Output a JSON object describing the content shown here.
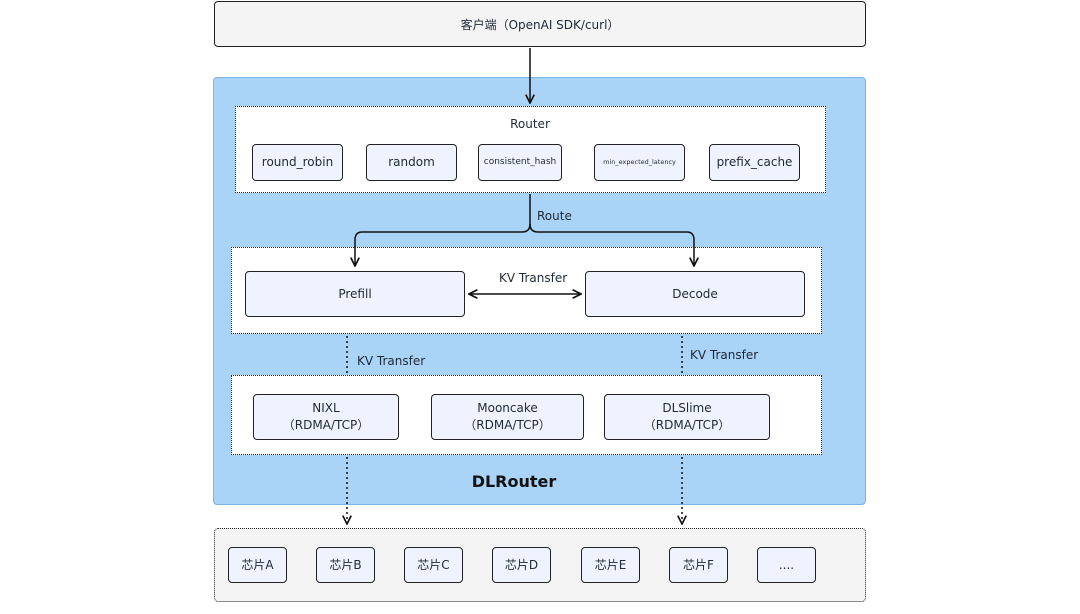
{
  "client": {
    "label": "客户端（OpenAI SDK/curl）"
  },
  "router": {
    "title": "Router",
    "policies": [
      "round_robin",
      "random",
      "consistent_hash",
      "min_expected_latency",
      "prefix_cache"
    ]
  },
  "route_label": "Route",
  "pd": {
    "prefill": "Prefill",
    "decode": "Decode",
    "kv_label": "KV Transfer"
  },
  "kv_transfer_left": "KV Transfer",
  "kv_transfer_right": "KV Transfer",
  "transports": [
    {
      "name": "NIXL",
      "protocol": "（RDMA/TCP）"
    },
    {
      "name": "Mooncake",
      "protocol": "（RDMA/TCP）"
    },
    {
      "name": "DLSlime",
      "protocol": "（RDMA/TCP）"
    }
  ],
  "system_title": "DLRouter",
  "chips": [
    "芯片A",
    "芯片B",
    "芯片C",
    "芯片D",
    "芯片E",
    "芯片F",
    "...."
  ]
}
